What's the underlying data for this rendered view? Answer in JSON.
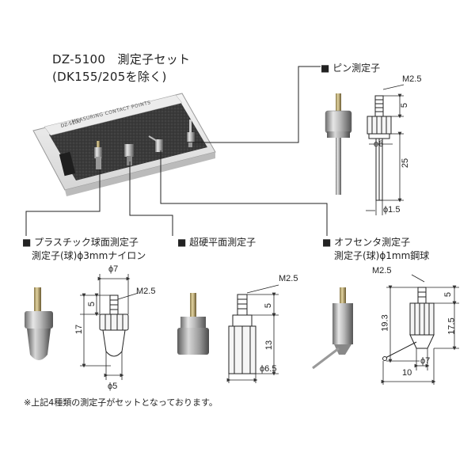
{
  "header": {
    "title_line1": "DZ-5100　測定子セット",
    "title_line2": "(DK155/205を除く)"
  },
  "case": {
    "lid_text": "MEASURING CONTACT POINTS",
    "model_text": "DZ-5100"
  },
  "parts": {
    "pin": {
      "label": "■ ピン測定子",
      "dims": {
        "thread": "M2.5",
        "len_a": "5",
        "len_b": "25",
        "dia": "ϕ6",
        "tip": "ϕ1.5"
      }
    },
    "nylon": {
      "label_line1": "■ プラスチック球面測定子",
      "label_line2": "測定子(球)ϕ3mmナイロン",
      "dims": {
        "dia_top": "ϕ7",
        "thread": "M2.5",
        "len_a": "5",
        "len_b": "17",
        "dia_bottom": "ϕ5"
      }
    },
    "carbide": {
      "label": "■ 超硬平面測定子",
      "dims": {
        "thread": "M2.5",
        "len_a": "5",
        "len_b": "13",
        "dia": "ϕ6.5"
      }
    },
    "offset": {
      "label_line1": "■ オフセンタ測定子",
      "label_line2": "測定子(球)ϕ1mm鋼球",
      "dims": {
        "thread": "M2.5",
        "len_a": "5",
        "len_b": "19.3",
        "len_c": "17.5",
        "dia": "ϕ7",
        "width": "10"
      }
    }
  },
  "footnote": "※上記4種類の測定子がセットとなっております。"
}
